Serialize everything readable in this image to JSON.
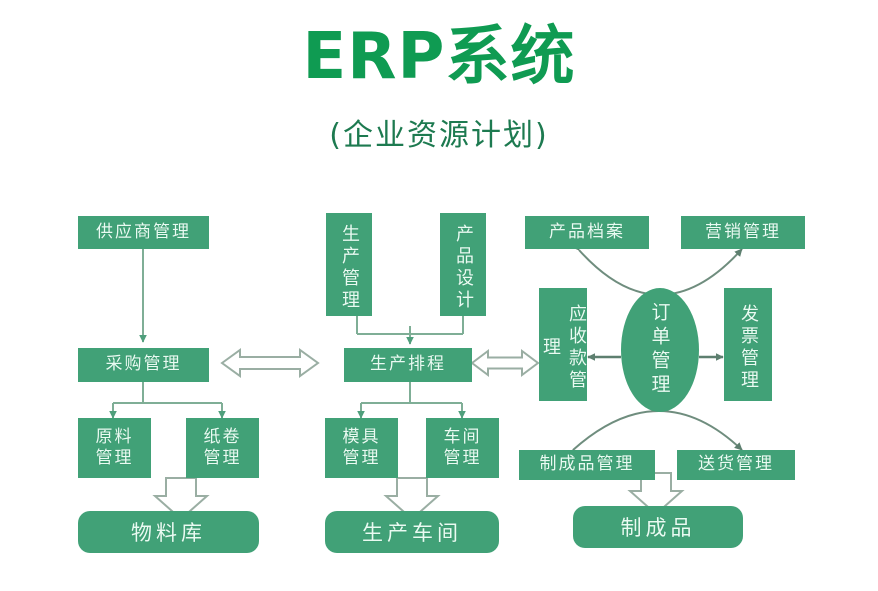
{
  "header": {
    "title": "ERP系统",
    "subtitle": "(企业资源计划)"
  },
  "colors": {
    "node_fill": "#41a177",
    "node_text": "#e9fbf2",
    "title_color": "#0f9b52",
    "subtitle_color": "#1d7a50",
    "connector": "#6f8d7e",
    "background": "#ffffff"
  },
  "nodes": {
    "supplier_management": "供应商管理",
    "purchasing_management": "采购管理",
    "raw_material_management": "原料管理",
    "paper_roll_management": "纸卷管理",
    "material_warehouse": "物料库",
    "production_management": "生产管理",
    "product_design": "产品设计",
    "production_scheduling": "生产排程",
    "mold_management": "模具管理",
    "workshop_management": "车间管理",
    "production_workshop": "生产车间",
    "product_archive": "产品档案",
    "marketing_management": "营销管理",
    "accounts_receivable_management": "应收款管理",
    "order_management": "订单管理",
    "invoice_management": "发票管理",
    "finished_goods_management": "制成品管理",
    "delivery_management": "送货管理",
    "finished_goods": "制成品"
  },
  "node_lines": {
    "raw_material_management": [
      "原料",
      "管理"
    ],
    "paper_roll_management": [
      "纸卷",
      "管理"
    ],
    "mold_management": [
      "模具",
      "管理"
    ],
    "workshop_management": [
      "车间",
      "管理"
    ]
  }
}
